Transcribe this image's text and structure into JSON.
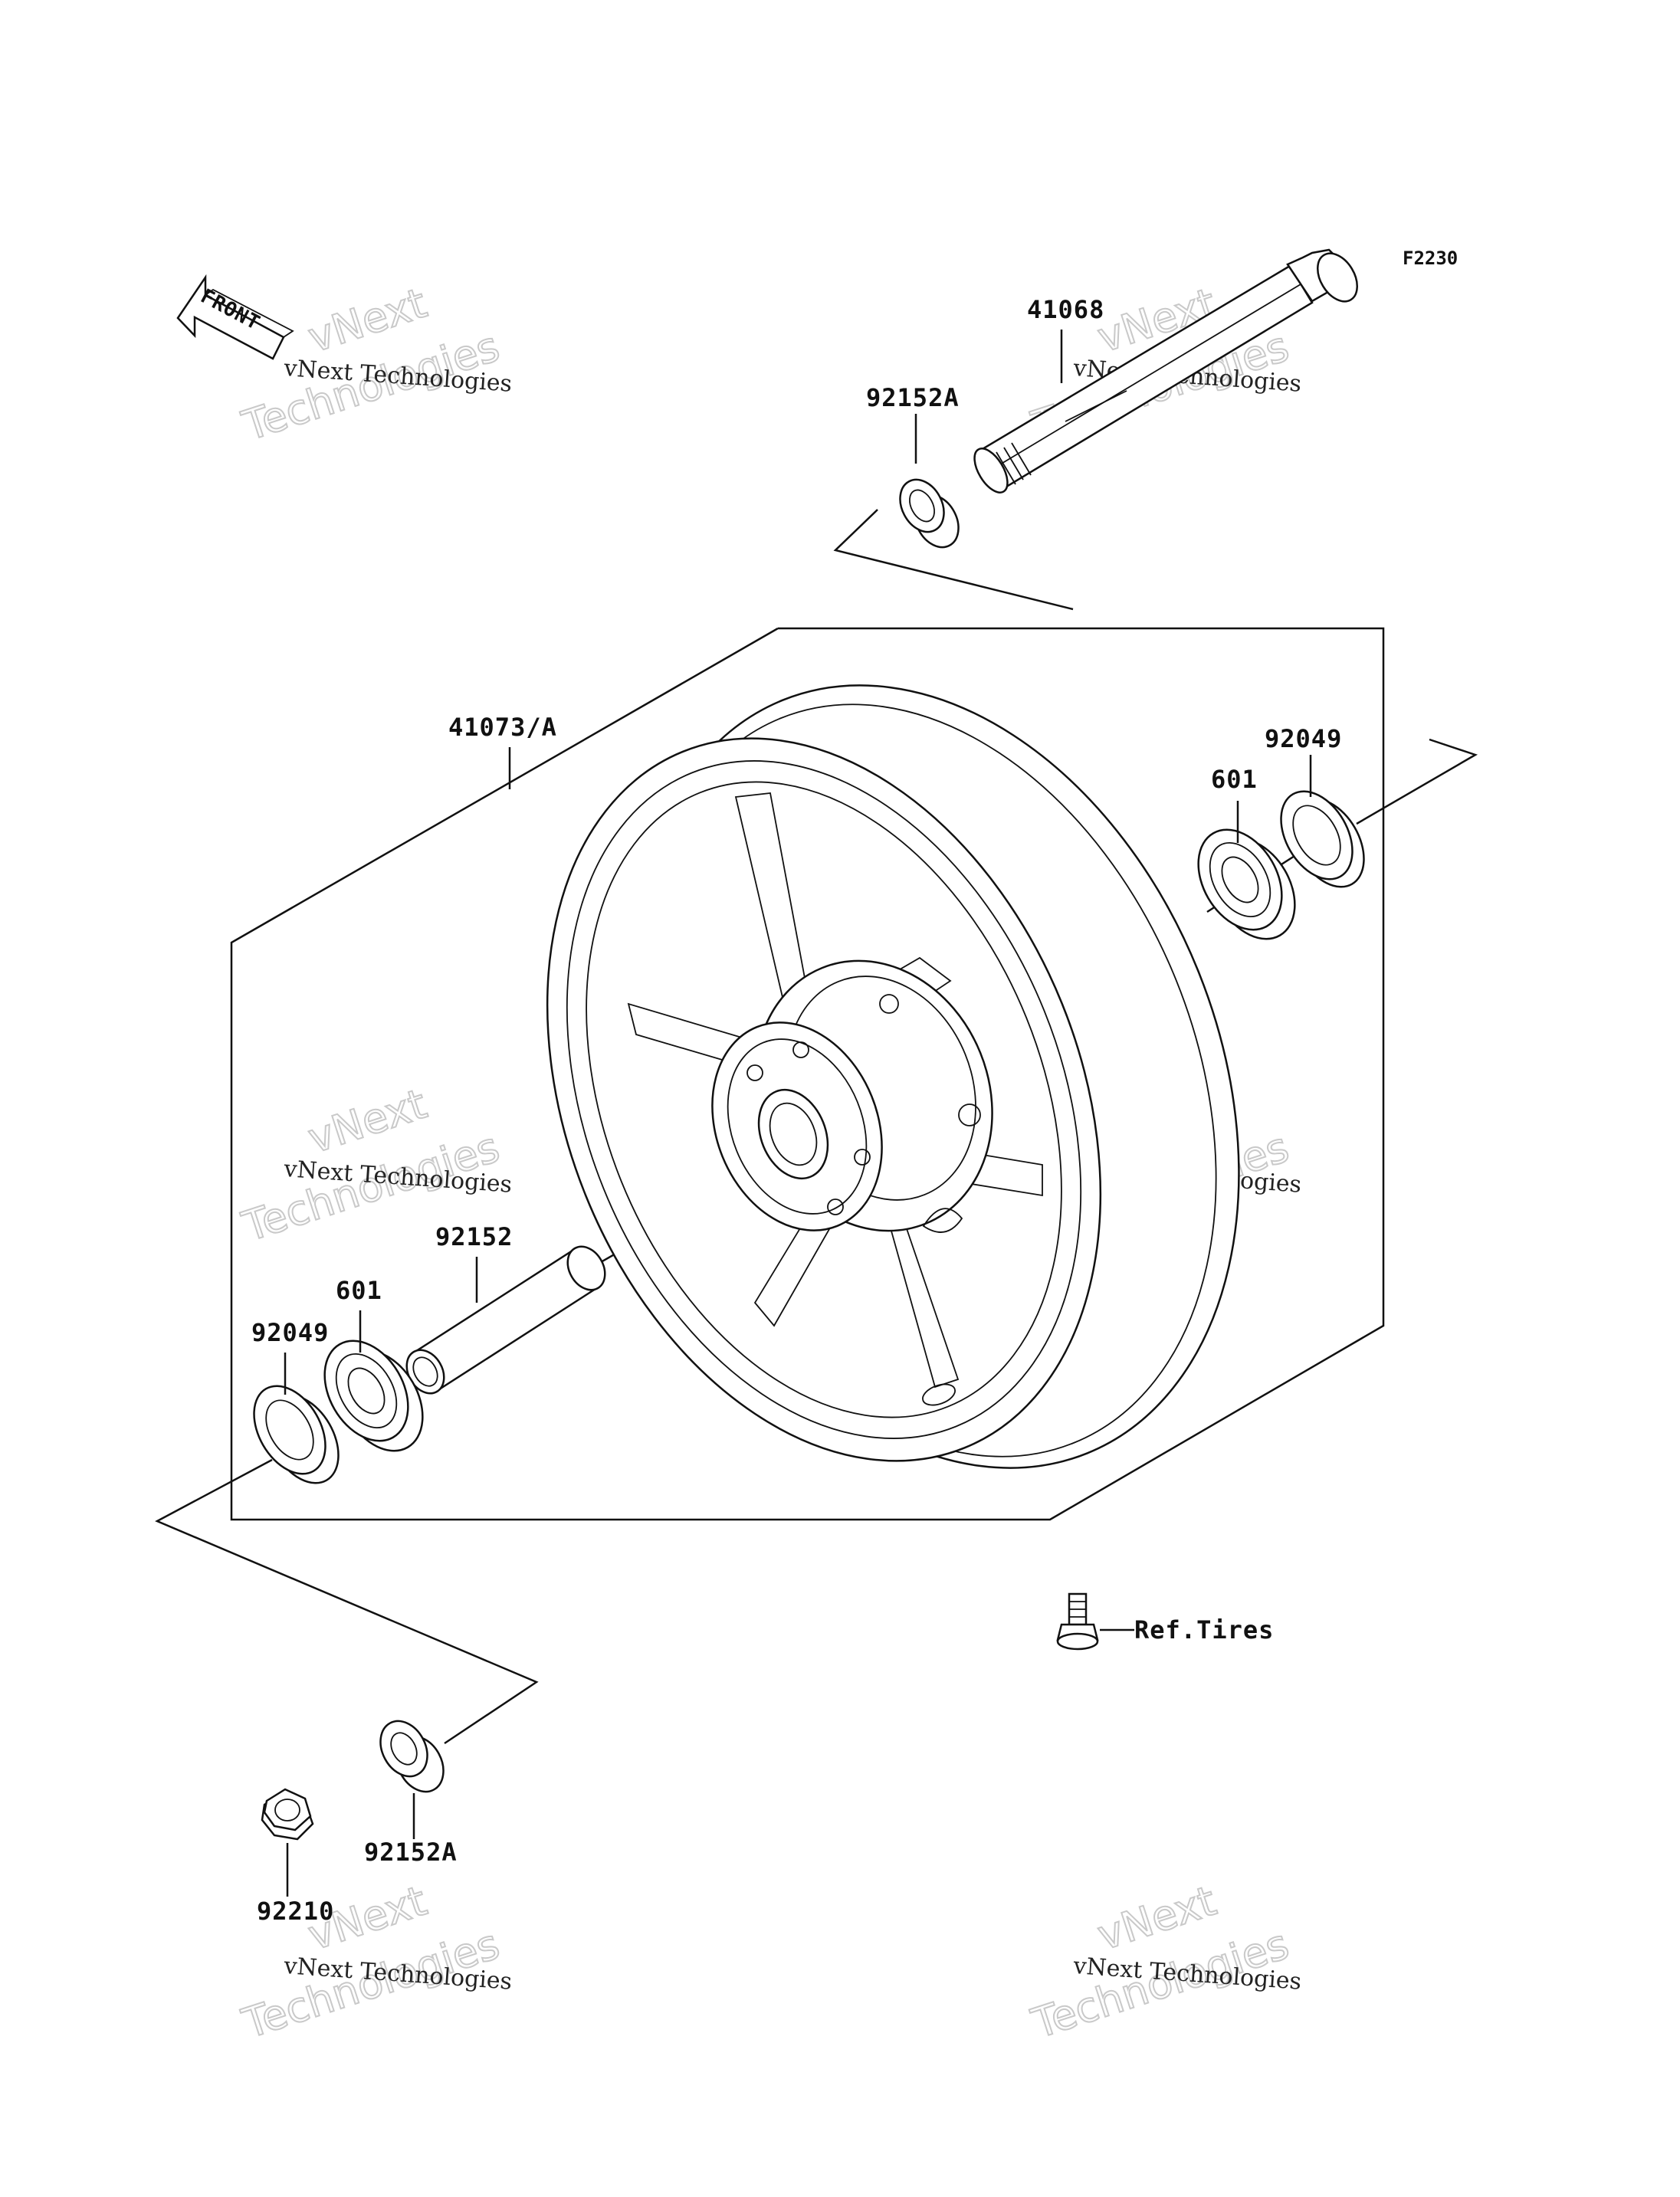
{
  "diagram": {
    "figure_code": "F2230",
    "front_label": "FRONT",
    "watermark_line1": "vNext Technologies",
    "watermark_line2": "vNext",
    "watermark_line3": "Technologies",
    "parts": [
      {
        "id": "axle",
        "label": "41068"
      },
      {
        "id": "collar-top",
        "label": "92152A"
      },
      {
        "id": "wheel",
        "label": "41073/A"
      },
      {
        "id": "seal-right",
        "label": "92049"
      },
      {
        "id": "bearing-right",
        "label": "601"
      },
      {
        "id": "spacer",
        "label": "92152"
      },
      {
        "id": "bearing-left",
        "label": "601"
      },
      {
        "id": "seal-left",
        "label": "92049"
      },
      {
        "id": "valve",
        "label": "Ref.Tires"
      },
      {
        "id": "collar-bottom",
        "label": "92152A"
      },
      {
        "id": "nut",
        "label": "92210"
      }
    ]
  }
}
